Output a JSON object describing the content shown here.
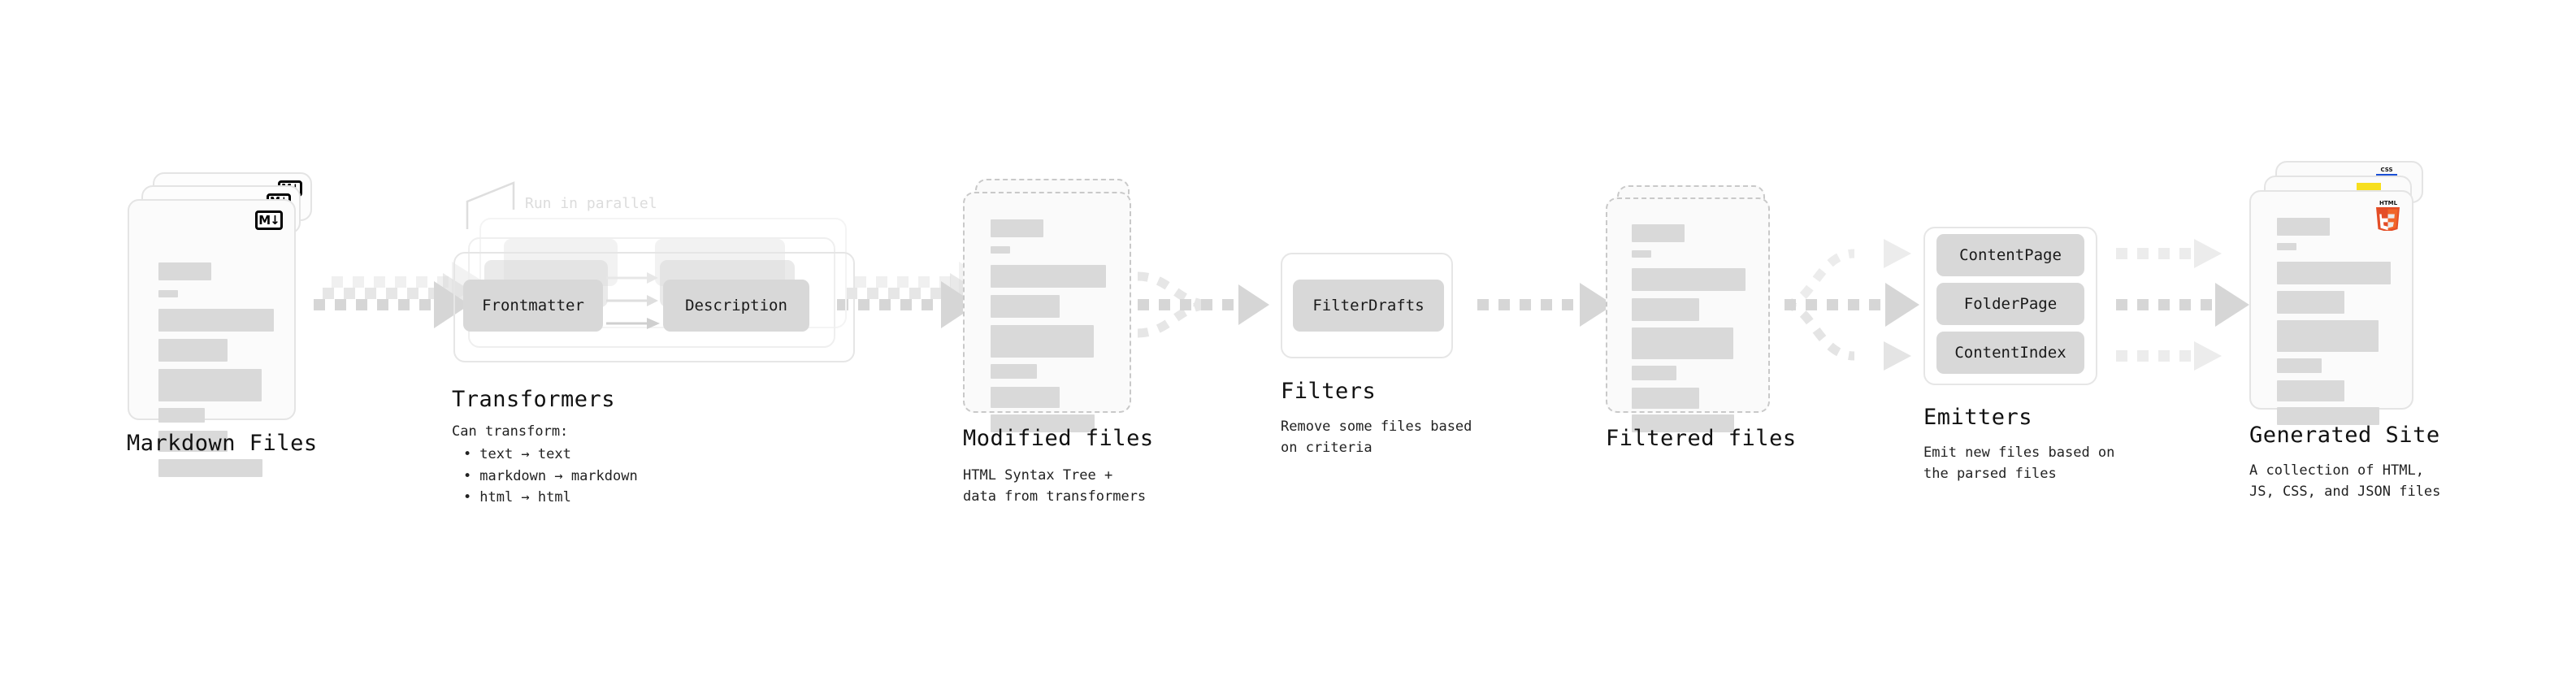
{
  "diagram": {
    "title_text_color": "#111111",
    "accent_colors": {
      "skeleton": "#d9d9d9",
      "pill": "#d8d8d8",
      "arrow": "#d6d6d6",
      "card_border": "#e4e4e4",
      "dashed_border": "#c9c9c9",
      "html5_orange": "#e44d26",
      "html5_orange_light": "#f16529",
      "js_yellow": "#f7df1e",
      "css_blue": "#1a4fd6"
    }
  },
  "stages": [
    {
      "id": "markdown-files",
      "title": "Markdown Files",
      "description": "",
      "badge": "markdown-icon",
      "badge_label": "M↓"
    },
    {
      "id": "transformers",
      "title": "Transformers",
      "parallel_label": "Run in parallel",
      "nodes": [
        "Frontmatter",
        "Description"
      ],
      "list_header": "Can transform:",
      "list_items": [
        "text → text",
        "markdown → markdown",
        "html → html"
      ]
    },
    {
      "id": "modified-files",
      "title": "Modified files",
      "description": "HTML Syntax Tree +\ndata from transformers"
    },
    {
      "id": "filters",
      "title": "Filters",
      "description": "Remove some files based\non criteria",
      "nodes": [
        "FilterDrafts"
      ]
    },
    {
      "id": "filtered-files",
      "title": "Filtered files",
      "description": ""
    },
    {
      "id": "emitters",
      "title": "Emitters",
      "description": "Emit new files based on\nthe parsed files",
      "nodes": [
        "ContentPage",
        "FolderPage",
        "ContentIndex"
      ]
    },
    {
      "id": "generated-site",
      "title": "Generated Site",
      "description": "A collection of HTML,\nJS, CSS, and JSON files",
      "badges": [
        "html5-icon",
        "js-icon",
        "css-icon"
      ],
      "badge_labels": {
        "css": "CSS",
        "html5_top": "HTML",
        "html5_num": "5"
      }
    }
  ]
}
